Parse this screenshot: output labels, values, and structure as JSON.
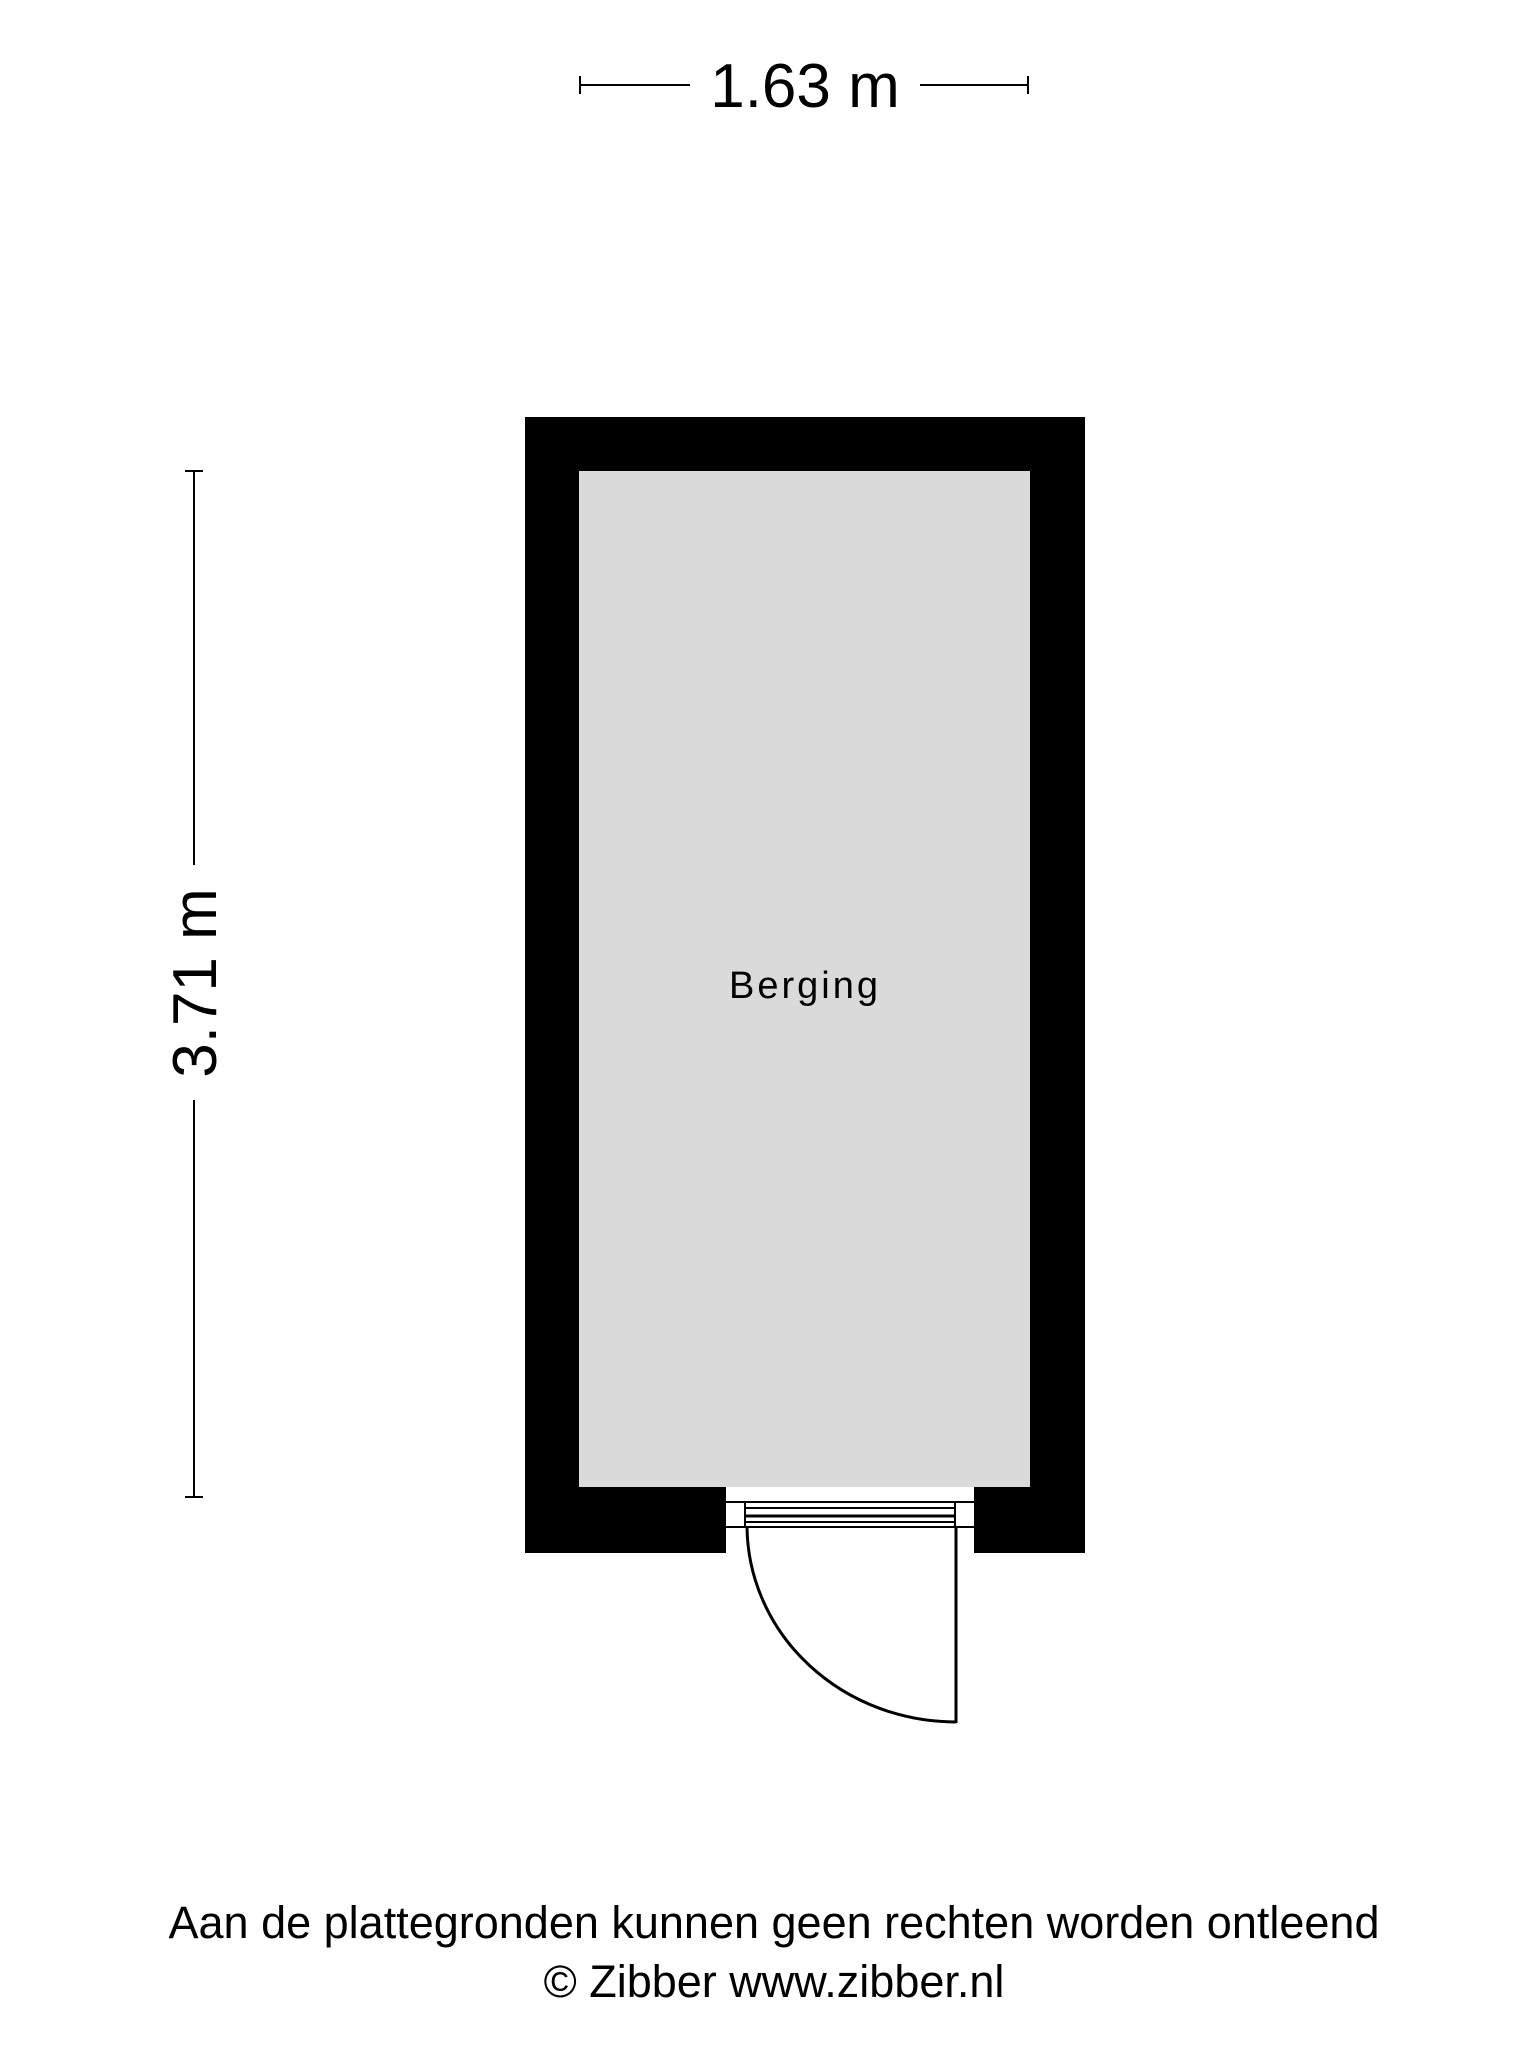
{
  "dimensions": {
    "width": "1.63 m",
    "length": "3.71 m"
  },
  "room": {
    "name": "Berging"
  },
  "footer": {
    "disclaimer": "Aan de plattegronden kunnen geen rechten worden ontleend",
    "copyright": "© Zibber www.zibber.nl"
  },
  "colors": {
    "wall": "#000000",
    "floor": "#dadada"
  }
}
